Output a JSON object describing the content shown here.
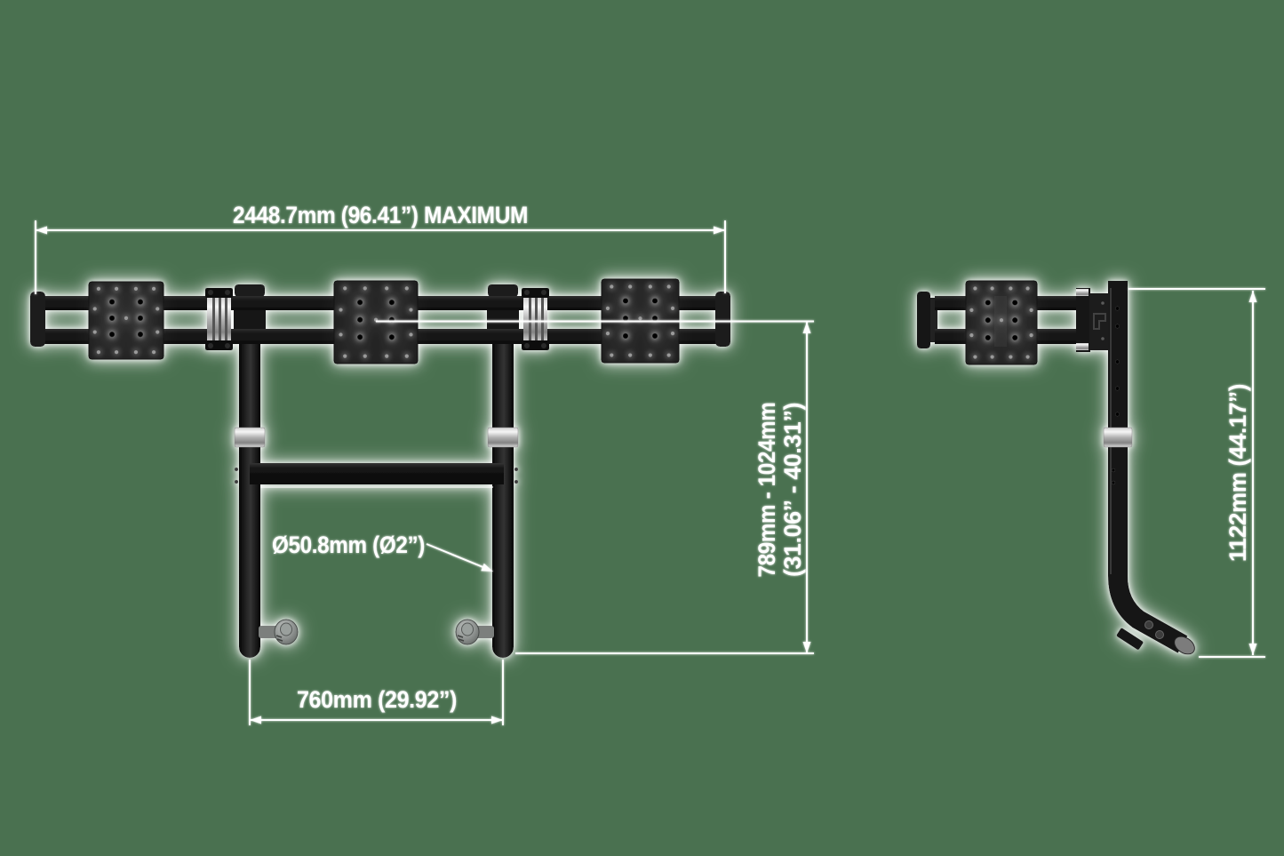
{
  "colors": {
    "background": "#4A7150",
    "dimension_lines": "#FFFFFF",
    "product_body": "#161616",
    "chrome": "#E9E9E9"
  },
  "front_view": {
    "labels": {
      "max_width": "2448.7mm (96.41”) MAXIMUM",
      "height_range_mm": "789mm - 1024mm",
      "height_range_in": "(31.06” - 40.31”)",
      "tube_diameter": "Ø50.8mm (Ø2”)",
      "base_width": "760mm (29.92”)"
    }
  },
  "side_view": {
    "labels": {
      "total_height": "1122mm (44.17”)"
    }
  }
}
